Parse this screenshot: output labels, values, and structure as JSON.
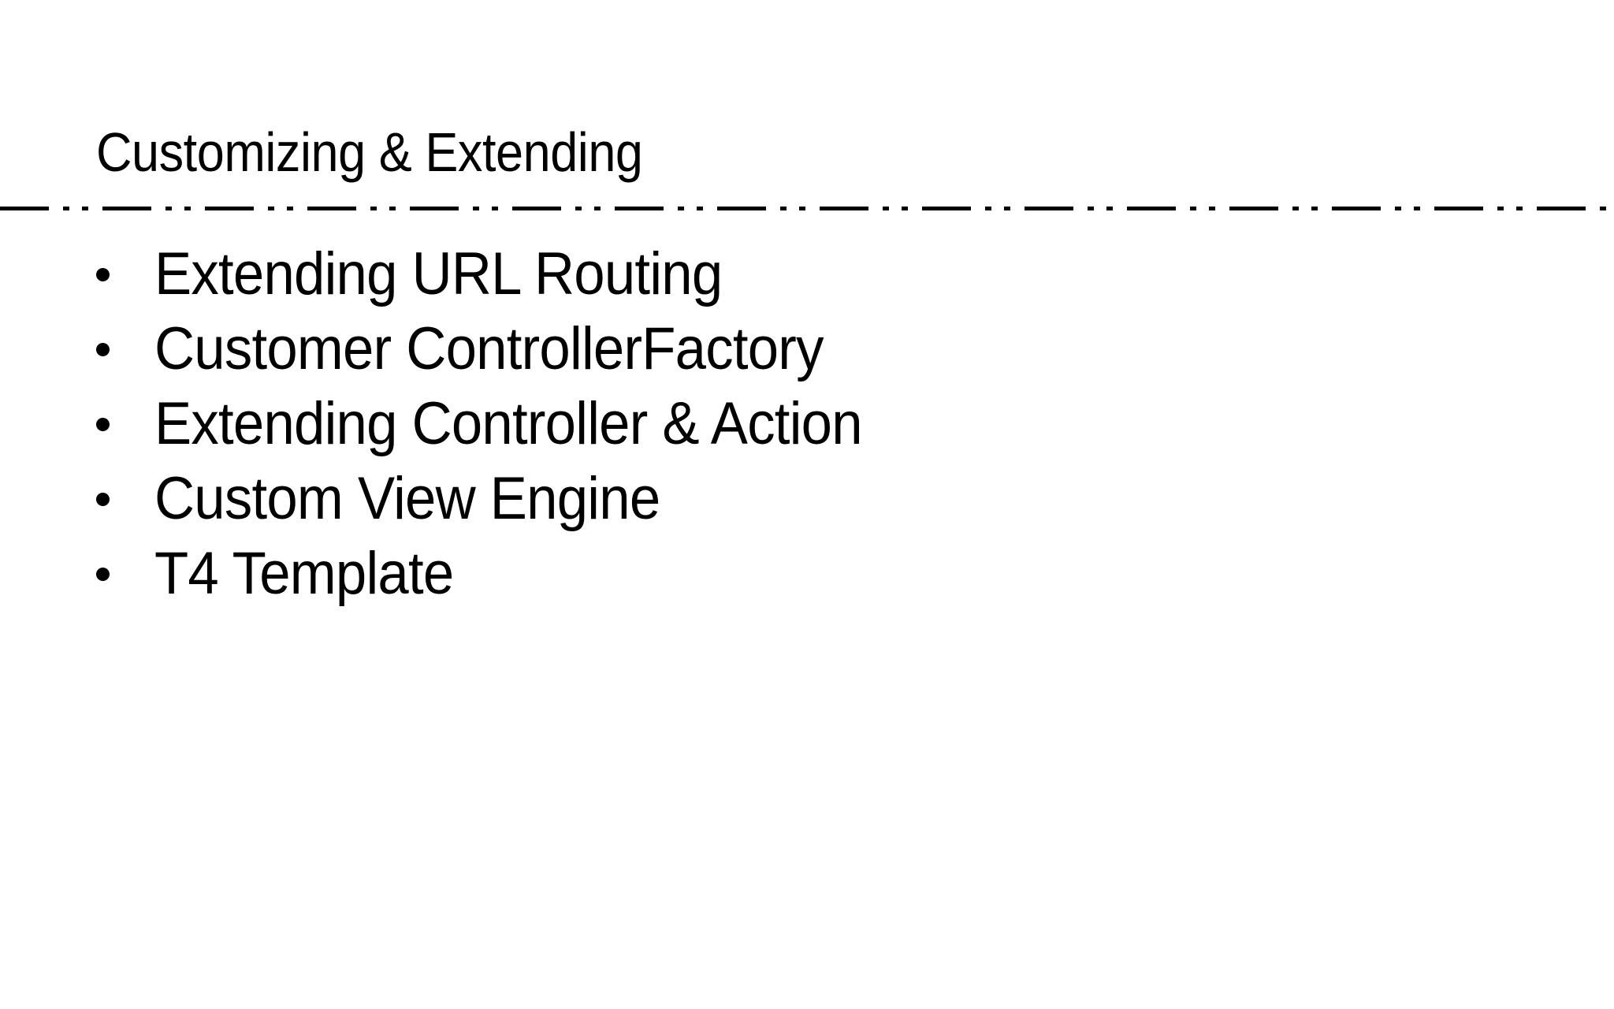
{
  "slide": {
    "background_color": "#ffffff",
    "text_color": "#000000",
    "title": "Customizing & Extending",
    "divider": {
      "style": "dash-dot-dot",
      "color": "#000000"
    },
    "bullets": [
      {
        "marker": "bullet-dot",
        "text": "Extending URL Routing"
      },
      {
        "marker": "bullet-dot",
        "text": "Customer ControllerFactory"
      },
      {
        "marker": "bullet-dot",
        "text": "Extending Controller & Action"
      },
      {
        "marker": "bullet-dot",
        "text": "Custom View Engine"
      },
      {
        "marker": "bullet-dot",
        "text": "T4 Template"
      }
    ]
  }
}
